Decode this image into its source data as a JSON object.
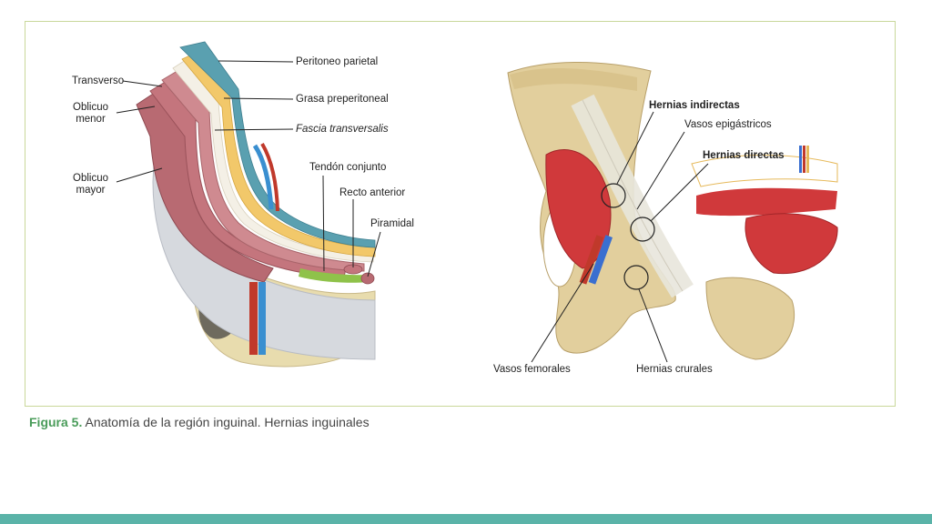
{
  "figure": {
    "left_panel": {
      "labels": {
        "peritoneo": "Peritoneo parietal",
        "transverso": "Transverso",
        "grasa": "Grasa preperitoneal",
        "oblicuo_menor": "Oblicuo\nmenor",
        "fascia": "Fascia transversalis",
        "oblicuo_mayor": "Oblicuo\nmayor",
        "tendon": "Tendón conjunto",
        "recto": "Recto anterior",
        "piramidal": "Piramidal"
      }
    },
    "right_panel": {
      "labels": {
        "hernias_indirectas": "Hernias indirectas",
        "vasos_epigastricos": "Vasos epigástricos",
        "hernias_directas": "Hernias directas",
        "vasos_femorales": "Vasos femorales",
        "hernias_crurales": "Hernias crurales"
      }
    }
  },
  "caption": {
    "number": "Figura 5.",
    "text": " Anatomía de la región inguinal. Hernias inguinales"
  },
  "colors": {
    "frame": "#c9d79a",
    "caption_accent": "#4a9c5a",
    "bottom_bar": "#5ab3a8"
  }
}
